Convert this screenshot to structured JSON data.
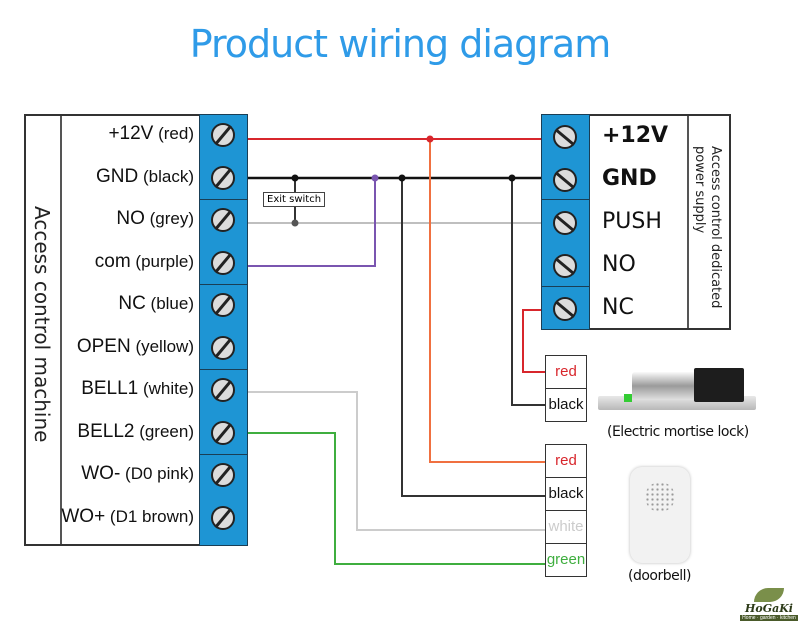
{
  "title": "Product wiring diagram",
  "access_control_machine": {
    "label": "Access control machine",
    "terminals": [
      {
        "name": "+12V",
        "wire": "(red)"
      },
      {
        "name": "GND",
        "wire": "(black)"
      },
      {
        "name": "NO",
        "wire": "(grey)"
      },
      {
        "name": "com",
        "wire": "(purple)"
      },
      {
        "name": "NC",
        "wire": "(blue)"
      },
      {
        "name": "OPEN",
        "wire": "(yellow)"
      },
      {
        "name": "BELL1",
        "wire": "(white)"
      },
      {
        "name": "BELL2",
        "wire": "(green)"
      },
      {
        "name": "WO-",
        "wire": "(D0 pink)"
      },
      {
        "name": "WO+",
        "wire": "(D1 brown)"
      }
    ]
  },
  "power_supply": {
    "label_line1": "Access control dedicated",
    "label_line2": "power supply",
    "terminals": [
      "+12V",
      "GND",
      "PUSH",
      "NO",
      "NC"
    ]
  },
  "exit_switch": {
    "label": "Exit switch"
  },
  "lock": {
    "caption": "(Electric mortise lock)",
    "connector": [
      "red",
      "black"
    ]
  },
  "doorbell": {
    "caption": "(doorbell)",
    "connector": [
      "red",
      "black",
      "white",
      "green"
    ]
  },
  "logo": {
    "brand": "HoGaKi",
    "tagline": "Home · garden · kitchen"
  },
  "colors": {
    "title": "#2f9be8",
    "terminal_block": "#1e95d4",
    "red": "#d8262c",
    "black": "#111111",
    "grey": "#aaaaaa",
    "purple": "#7a55b0",
    "orange": "#f07040",
    "white_wire": "#cccccc",
    "green": "#3fae3f"
  }
}
